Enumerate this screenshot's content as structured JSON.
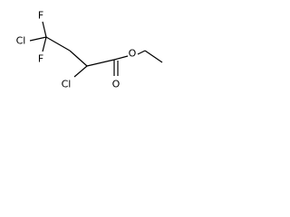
{
  "molecule": {
    "atoms": {
      "f_top": "F",
      "cl_left": "Cl",
      "f_bottom": "F",
      "cl_alpha": "Cl",
      "o_ester": "O",
      "o_carbonyl": "O"
    }
  }
}
